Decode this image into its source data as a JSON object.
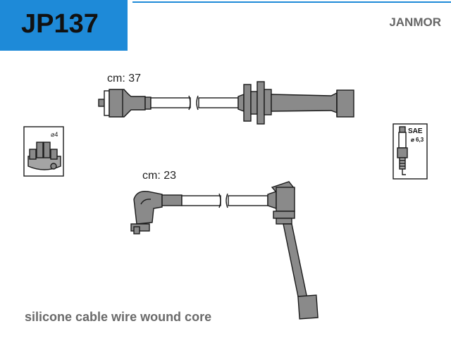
{
  "header": {
    "part_number": "JP137",
    "brand": "JANMOR"
  },
  "cables": [
    {
      "length_label": "cm: 37"
    },
    {
      "length_label": "cm: 23"
    }
  ],
  "distributor_icon": {
    "label": "⌀4"
  },
  "plug_icon": {
    "label": "SAE",
    "sublabel": "⌀ 6,3"
  },
  "footer": {
    "description": "silicone cable wire wound core"
  },
  "colors": {
    "accent": "#1e8ad8",
    "brand_text": "#666666",
    "footer_text": "#6a6a6a"
  }
}
